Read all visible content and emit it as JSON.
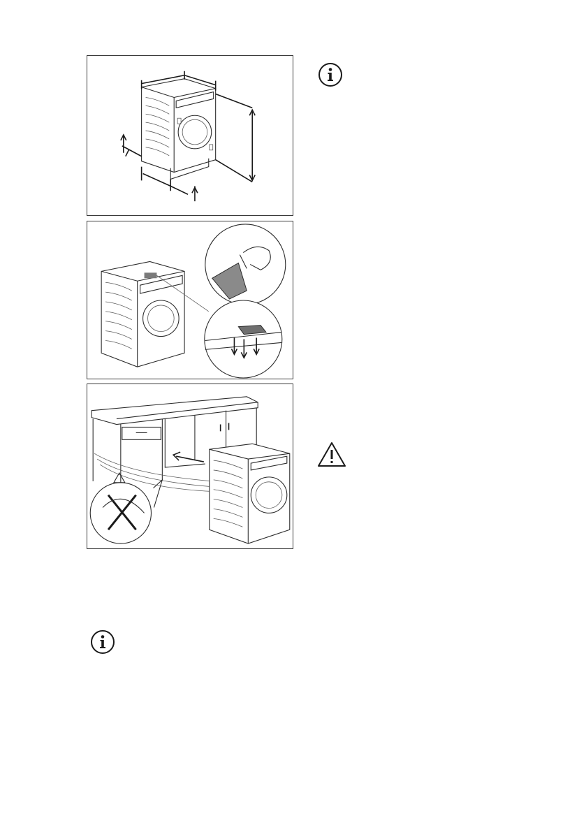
{
  "figures": [
    {
      "name": "dimensions-figure"
    },
    {
      "name": "sound-insulation-figure"
    },
    {
      "name": "slide-in-figure"
    }
  ],
  "icons": {
    "info_top": "info-icon",
    "warning": "warning-icon",
    "info_bottom": "info-icon"
  },
  "colors": {
    "line": "#2b2b2b",
    "panel_border": "#3a3a3a",
    "insulation_pad": "#7a7a7a"
  }
}
